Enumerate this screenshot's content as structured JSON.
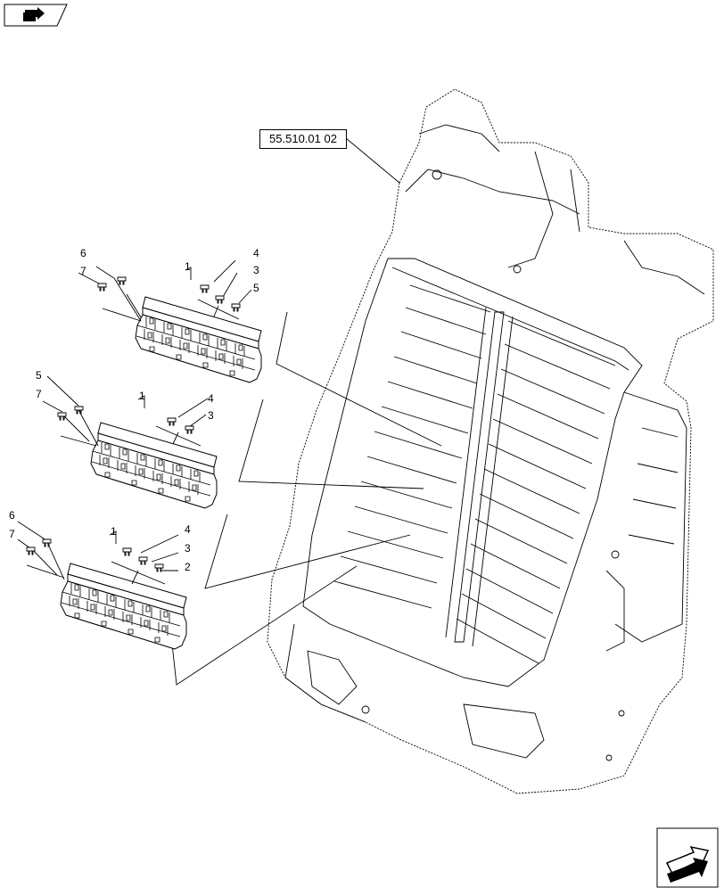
{
  "reference": {
    "label": "55.510.01 02"
  },
  "callouts": {
    "top": {
      "c1": "1",
      "c4": "4",
      "c3": "3",
      "c5": "5",
      "c6": "6",
      "c7": "7"
    },
    "middle": {
      "c1": "1",
      "c4": "4",
      "c3": "3",
      "c5": "5",
      "c7": "7"
    },
    "bottom": {
      "c1": "1",
      "c4": "4",
      "c3": "3",
      "c2": "2",
      "c6": "6",
      "c7": "7"
    }
  },
  "nav": {
    "back_icon": "book-arrow-icon",
    "forward_icon": "page-arrow-icon"
  }
}
